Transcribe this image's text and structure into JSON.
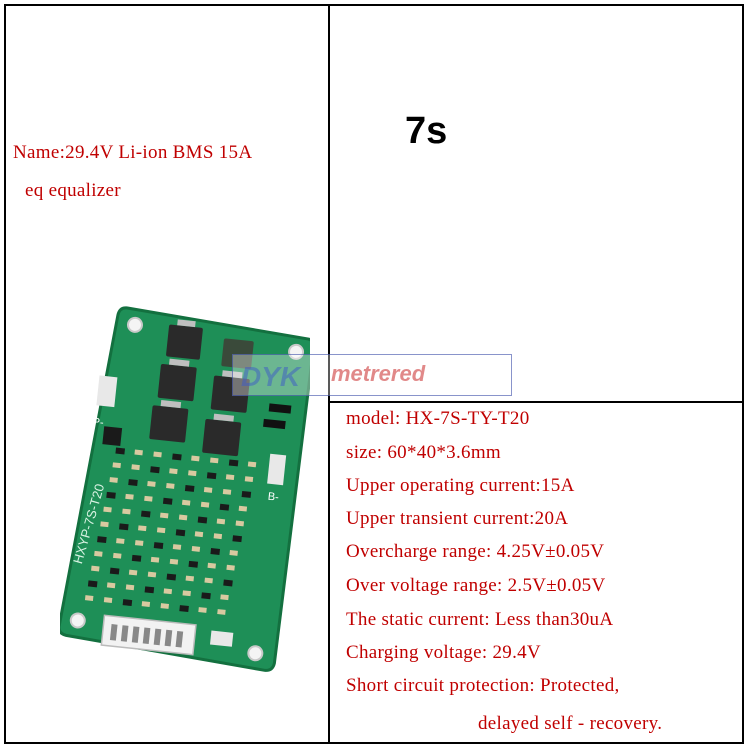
{
  "product": {
    "name_line1": "Name:29.4V Li-ion BMS 15A",
    "name_line2": "eq equalizer",
    "variant": "7s"
  },
  "specs": [
    "model: HX-7S-TY-T20",
    "size:  60*40*3.6mm",
    "Upper operating current:15A",
    "Upper transient current:20A",
    "Overcharge range: 4.25V±0.05V",
    "Over voltage range: 2.5V±0.05V",
    "The static current: Less than30uA",
    "Charging voltage: 29.4V",
    "Short circuit protection: Protected,",
    "delayed self - recovery."
  ],
  "board": {
    "silkscreen": "HXYP-7S-T20",
    "pad_b": "B-",
    "pad_p": "P-",
    "colors": {
      "pcb": "#1e8f57",
      "pcb_edge": "#13703f",
      "mosfet": "#2a2a2a",
      "connector": "#f2f2f2"
    }
  },
  "watermark": {
    "text": "metrered"
  },
  "colors": {
    "spec_text": "#c00000",
    "border": "#000000"
  }
}
